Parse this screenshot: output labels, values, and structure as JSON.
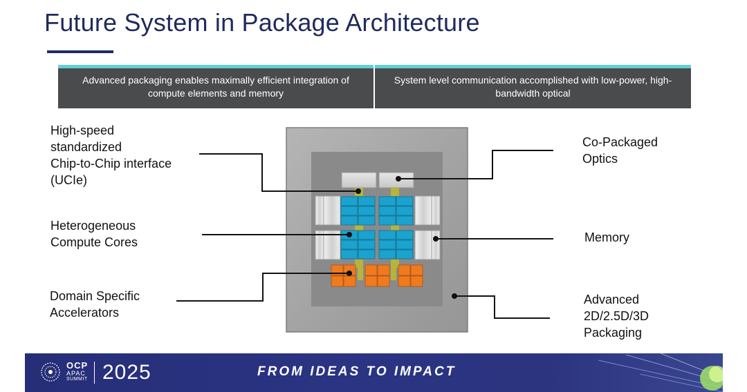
{
  "title": "Future System in Package Architecture",
  "banners": {
    "left": "Advanced packaging enables maximally efficient integration of compute elements and memory",
    "right": "System level communication accomplished with low-power, high-bandwidth optical"
  },
  "labels": {
    "ucie": "High-speed\nstandardized\nChip-to-Chip interface\n(UCIe)",
    "compute": "Heterogeneous\nCompute Cores",
    "accelerators": "Domain Specific\nAccelerators",
    "optics": "Co-Packaged\nOptics",
    "memory": "Memory",
    "packaging": "Advanced\n2D/2.5D/3D\nPackaging"
  },
  "footer": {
    "brand": "OCP",
    "region": "APAC",
    "event": "SUMMIT",
    "year": "2025",
    "tagline": "FROM IDEAS TO IMPACT"
  },
  "colors": {
    "title": "#1f2a5c",
    "banner_bg": "#4a4b4d",
    "banner_accent": "#5fd0dc",
    "compute_core": "#1aa3cf",
    "accelerator": "#f07a1e",
    "interconnect": "#b6b43a",
    "footer_bg": "#262e78"
  }
}
